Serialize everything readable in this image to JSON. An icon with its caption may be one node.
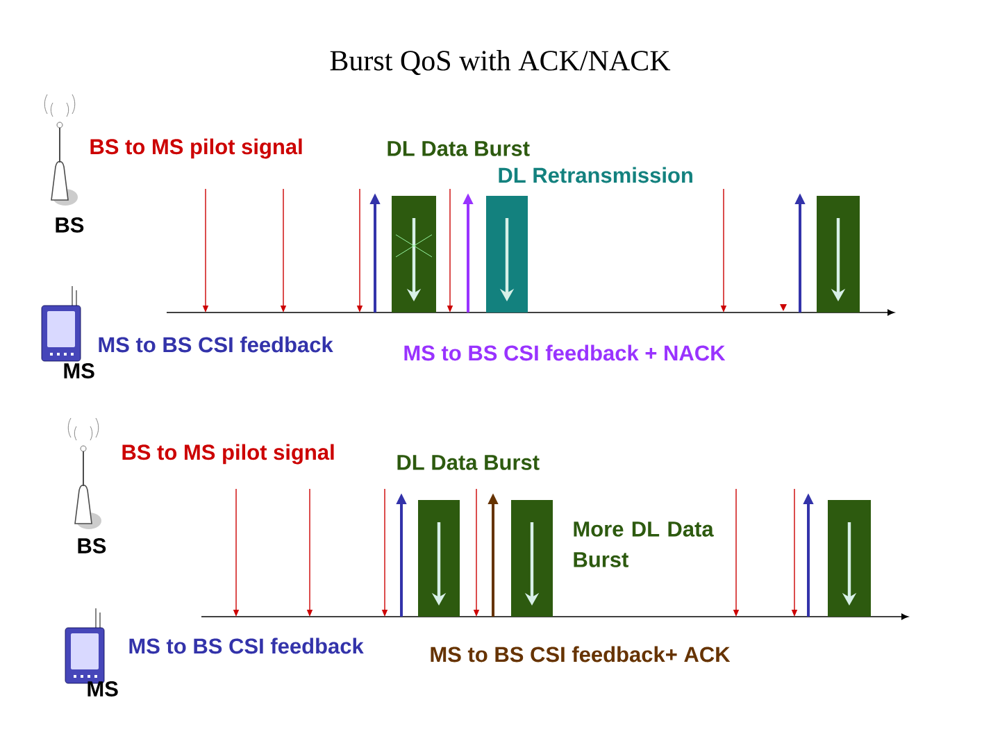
{
  "diagram": {
    "title": "Burst QoS with ACK/NACK",
    "labels": [
      "BS to MS pilot signal",
      "DL Data Burst",
      "DL Retransmission",
      "BS",
      "MS to BS CSI feedback",
      "MS to BS CSI feedback + NACK",
      "MS",
      "BS to MS pilot signal",
      "DL Data Burst",
      "BS",
      "More DL Data Burst",
      "MS to BS CSI feedback",
      "MS to BS CSI feedback+ ACK",
      "MS"
    ]
  }
}
